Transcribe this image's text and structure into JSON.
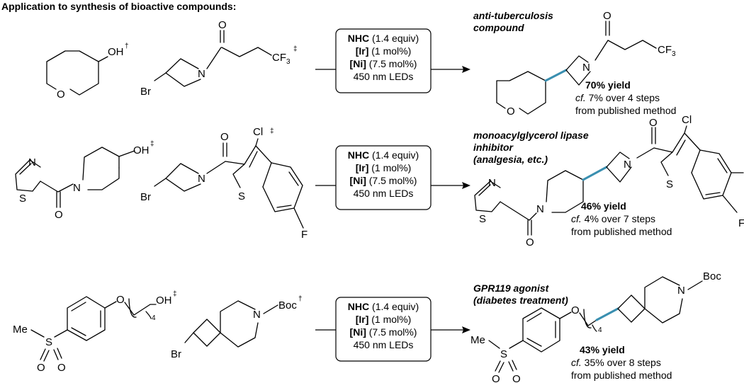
{
  "header": "Application to synthesis of bioactive compounds:",
  "conditions": {
    "nhc": "NHC",
    "nhc_amt": " (1.4 equiv)",
    "ir": "[Ir]",
    "ir_amt": " (1 mol%)",
    "ni": "[Ni]",
    "ni_amt": " (7.5 mol%)",
    "light": "450 nm LEDs"
  },
  "dagger": "†",
  "ddagger": "‡",
  "rows": [
    {
      "product_name_1": "anti-tuberculosis",
      "product_name_2": "compound",
      "yield": "70% yield",
      "cf": "cf.",
      "comparison": " 7% over 4 steps",
      "source": "from published method"
    },
    {
      "product_name_1": "monoacylglycerol lipase",
      "product_name_2": "inhibitor",
      "product_name_3": "(analgesia, etc.)",
      "yield": "46% yield",
      "cf": "cf.",
      "comparison": " 4% over 7 steps",
      "source": "from published method"
    },
    {
      "product_name_1": "GPR119 agonist",
      "product_name_2": "(diabetes treatment)",
      "yield": "43% yield",
      "cf": "cf.",
      "comparison": " 35% over 8 steps",
      "source": "from published method"
    }
  ],
  "atoms": {
    "oh": "OH",
    "o": "O",
    "n": "N",
    "s": "S",
    "br": "Br",
    "cl": "Cl",
    "f": "F",
    "cf3": "CF",
    "three": "3",
    "four": "4",
    "me": "Me",
    "boc": "Boc"
  },
  "colors": {
    "new_bond": "#3a8fb0"
  }
}
